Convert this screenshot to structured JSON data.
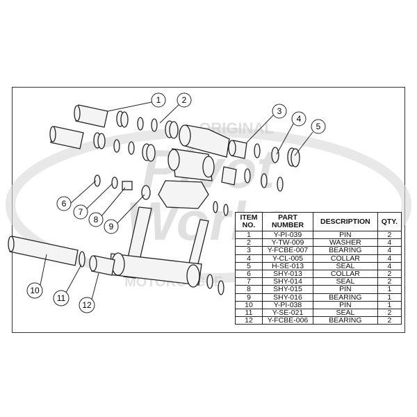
{
  "watermark": {
    "brand_top": "ORIGINAL",
    "brand_line1": "Pivot",
    "brand_line2": "Works",
    "brand_bottom": "MOTORCYCLE"
  },
  "table": {
    "headers": {
      "item": "ITEM NO.",
      "part": "PART NUMBER",
      "description": "DESCRIPTION",
      "qty": "QTY."
    },
    "rows": [
      {
        "item": "1",
        "part": "Y-PI-039",
        "description": "PIN",
        "qty": "2"
      },
      {
        "item": "2",
        "part": "Y-TW-009",
        "description": "WASHER",
        "qty": "4"
      },
      {
        "item": "3",
        "part": "Y-FCBE-007",
        "description": "BEARING",
        "qty": "4"
      },
      {
        "item": "4",
        "part": "Y-CL-005",
        "description": "COLLAR",
        "qty": "4"
      },
      {
        "item": "5",
        "part": "H-SE-013",
        "description": "SEAL",
        "qty": "4"
      },
      {
        "item": "6",
        "part": "SHY-013",
        "description": "COLLAR",
        "qty": "2"
      },
      {
        "item": "7",
        "part": "SHY-014",
        "description": "SEAL",
        "qty": "2"
      },
      {
        "item": "8",
        "part": "SHY-015",
        "description": "PIN",
        "qty": "1"
      },
      {
        "item": "9",
        "part": "SHY-016",
        "description": "BEARING",
        "qty": "1"
      },
      {
        "item": "10",
        "part": "Y-PI-038",
        "description": "PIN",
        "qty": "1"
      },
      {
        "item": "11",
        "part": "Y-SE-021",
        "description": "SEAL",
        "qty": "2"
      },
      {
        "item": "12",
        "part": "Y-FCBE-006",
        "description": "BEARING",
        "qty": "2"
      }
    ]
  },
  "callouts": [
    "1",
    "2",
    "3",
    "4",
    "5",
    "6",
    "7",
    "8",
    "9",
    "10",
    "11",
    "12"
  ]
}
